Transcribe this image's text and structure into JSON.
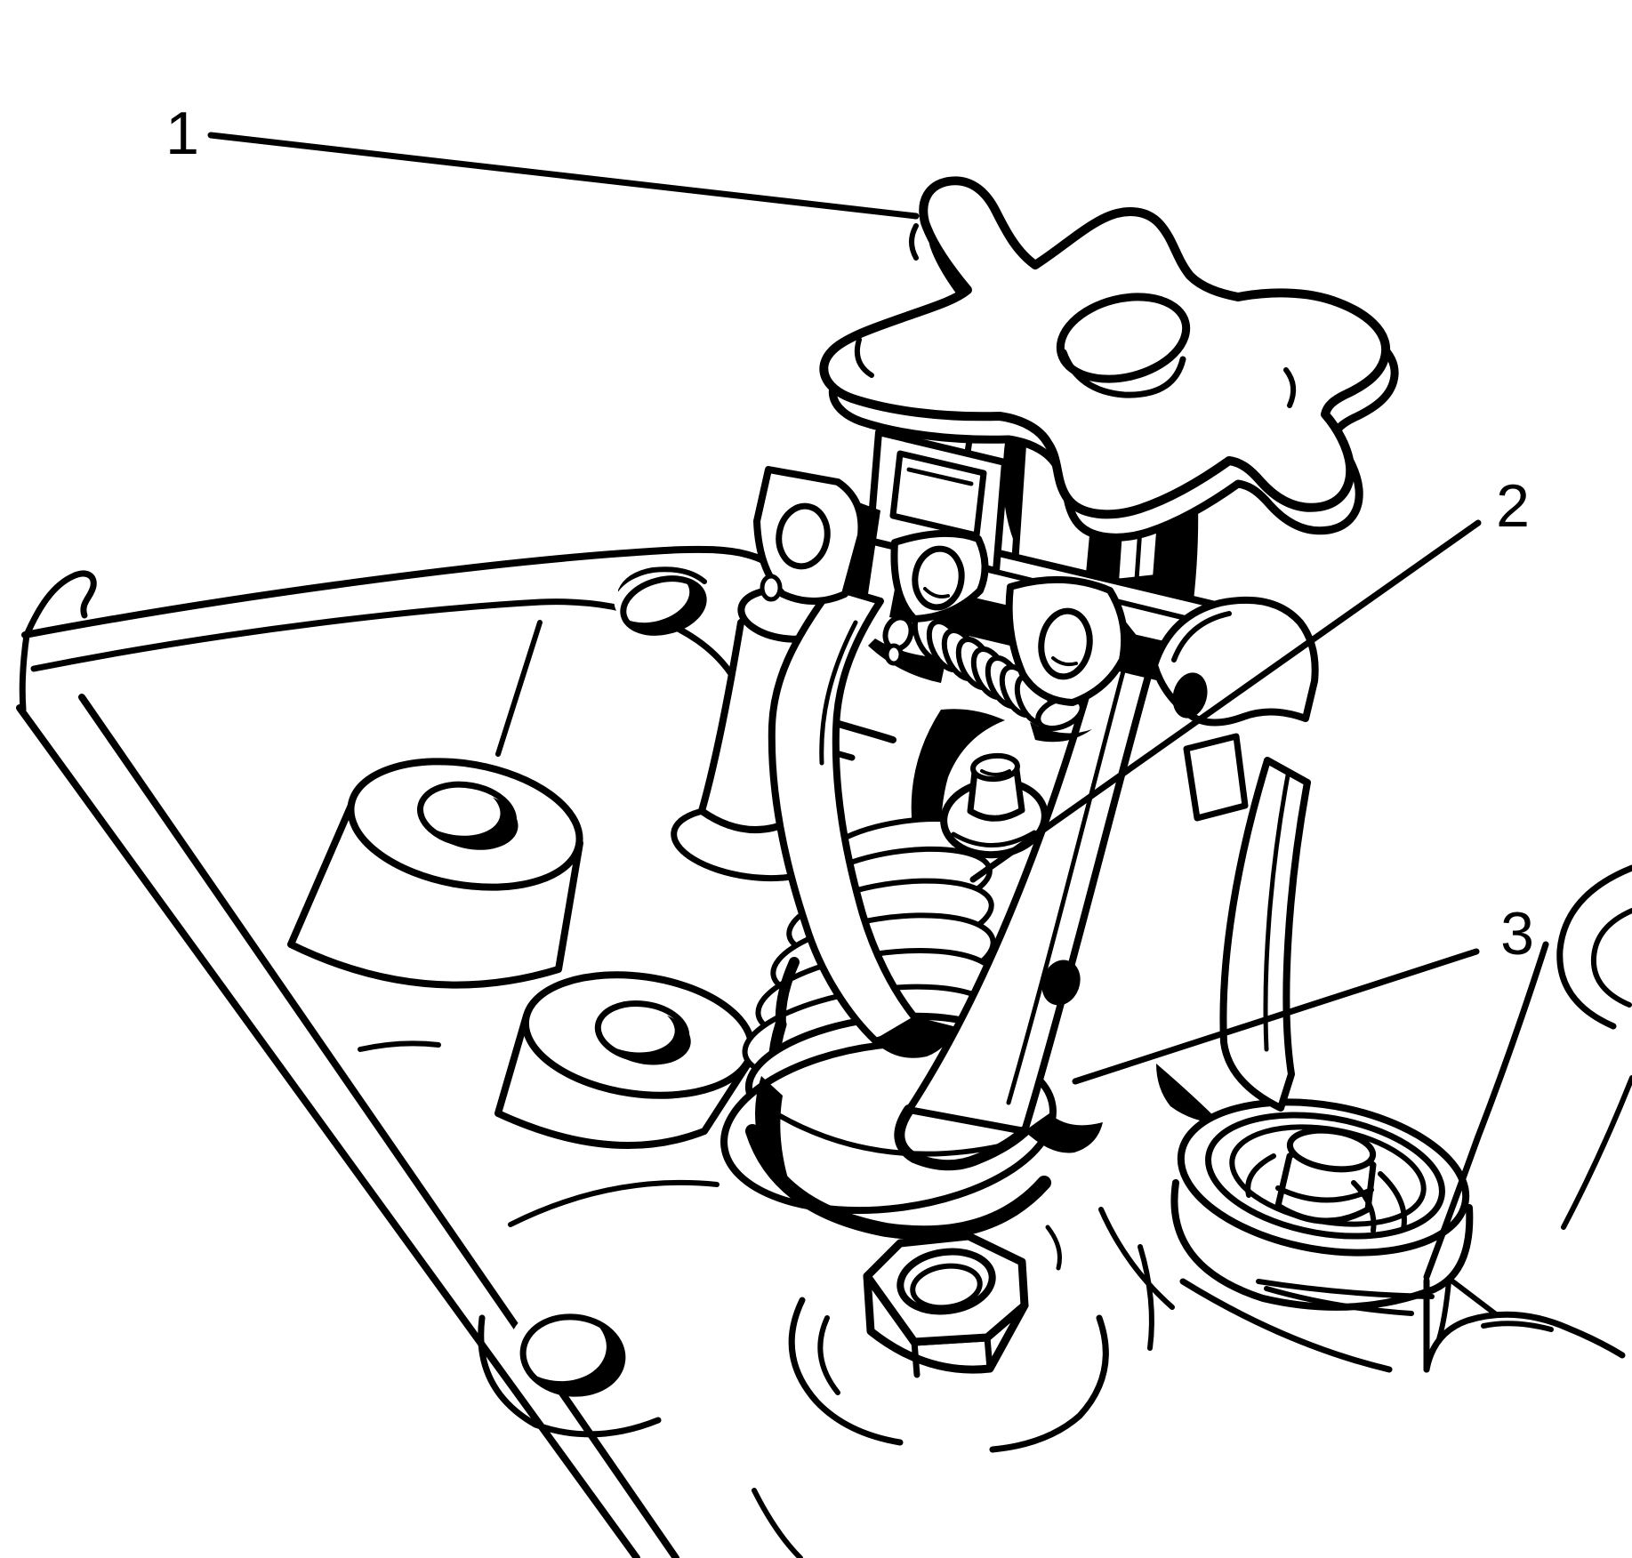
{
  "figure": {
    "background": "#ffffff",
    "line_color": "#000000"
  },
  "callouts": [
    {
      "label": "1"
    },
    {
      "label": "2"
    },
    {
      "label": "3"
    }
  ]
}
